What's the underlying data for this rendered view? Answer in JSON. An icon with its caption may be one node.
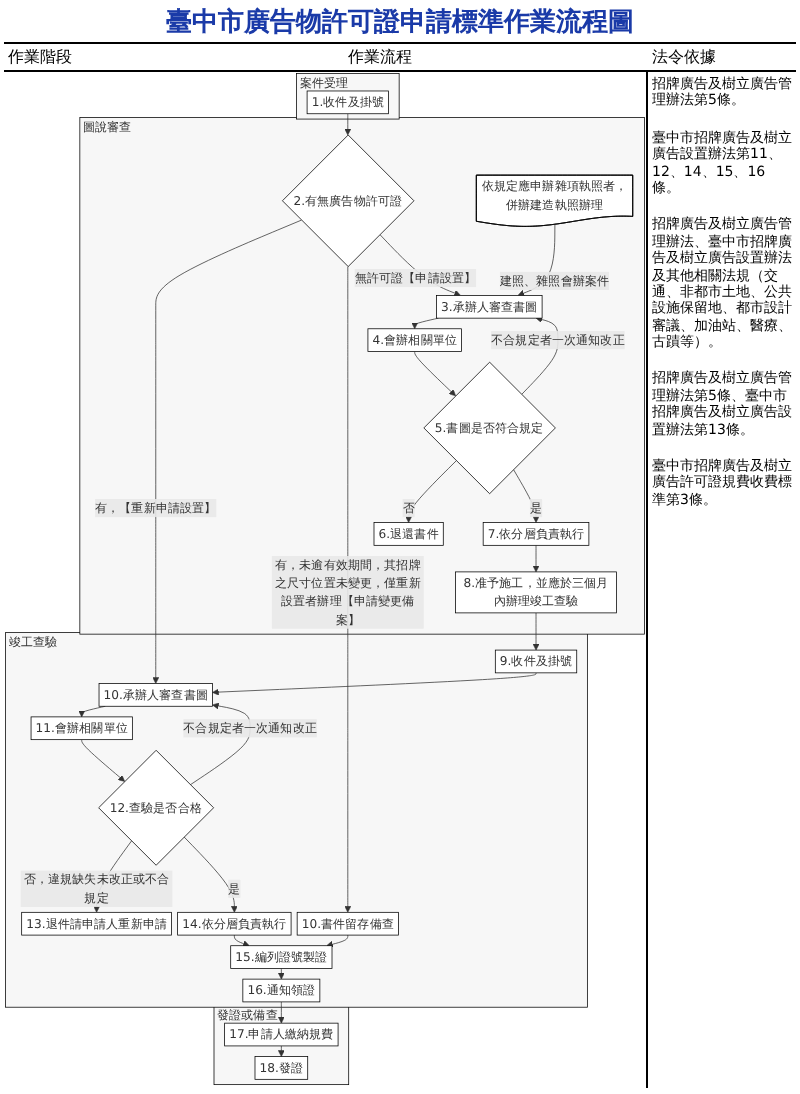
{
  "diagram": {
    "title": "臺中市廣告物許可證申請標準作業流程圖",
    "nodes": [
      {
        "text": [
          "案件受理"
        ]
      },
      {
        "text": [
          "1.收件及掛號"
        ],
        "in": 0
      },
      {
        "text": [
          "圖說審查"
        ]
      },
      {
        "text": [
          "2.有無廣告物許可證"
        ],
        "in": 2
      },
      {
        "text": [
          "3.承辦人審查書圖"
        ],
        "in": 2
      },
      {
        "text": [
          "依規定應申辦雜項執照者，併辦建造執照辦理"
        ],
        "in": 2
      },
      {
        "text": [
          "4.會辦相關單位"
        ],
        "in": 2
      },
      {
        "text": [
          "5.書圖是否符合規定"
        ],
        "in": 2
      },
      {
        "text": [
          "6.退還書件"
        ],
        "in": 2
      },
      {
        "text": [
          "7.依分層負責執行"
        ],
        "in": 2
      },
      {
        "text": [
          "8.准予施工，並應於三個月內辦理竣工查驗"
        ],
        "in": 2
      },
      {
        "text": [
          "竣工查驗"
        ]
      },
      {
        "text": [
          "9.收件及掛號"
        ],
        "in": 11
      },
      {
        "text": [
          "10.承辦人審查書圖"
        ],
        "in": 11
      },
      {
        "text": [
          "11.會辦相關單位"
        ],
        "in": 11
      },
      {
        "text": [
          "12.查驗是否合格"
        ],
        "in": 11
      },
      {
        "text": [
          "13.退件請申請人重新申請"
        ],
        "in": 11
      },
      {
        "text": [
          "14.依分層負責執行"
        ],
        "in": 11
      },
      {
        "text": [
          "10.書件留存備查"
        ],
        "in": 11
      },
      {
        "text": [
          "15.編列證號製證"
        ],
        "in": 11
      },
      {
        "text": [
          "16.通知領證"
        ],
        "in": 11
      },
      {
        "text": [
          "發證或備查"
        ]
      },
      {
        "text": [
          "17.申請人繳納規費"
        ],
        "in": 21
      },
      {
        "text": [
          "18.發證"
        ],
        "in": 21
      }
    ],
    "edges": [
      {
        "from": 1,
        "to": 3,
        "arrow": "to"
      },
      {
        "from": 3,
        "to": 13,
        "arrow": "to",
        "label": "有，【重新申請設置】"
      },
      {
        "from": 3,
        "to": 18,
        "arrow": "to",
        "label": "有，未逾有效期間，其招牌之尺寸位置未變更，僅重新設置者辦理【申請變更備案】"
      },
      {
        "from": 3,
        "to": 4,
        "arrow": "to",
        "label": "無許可證【申請設置】"
      },
      {
        "from": 5,
        "to": 4,
        "arrow": "to",
        "label": "建照、雜照會辦案件"
      },
      {
        "from": 4,
        "to": 6,
        "arrow": "to"
      },
      {
        "from": 6,
        "to": 7,
        "arrow": "to"
      },
      {
        "from": 7,
        "to": 4,
        "arrow": "to",
        "label": "不合規定者一次通知改正"
      },
      {
        "from": 7,
        "to": 8,
        "arrow": "to",
        "label": "否"
      },
      {
        "from": 7,
        "to": 9,
        "arrow": "to",
        "label": "是"
      },
      {
        "from": 9,
        "to": 10,
        "arrow": "to"
      },
      {
        "from": 10,
        "to": 12,
        "arrow": "to"
      },
      {
        "from": 12,
        "to": 13,
        "arrow": "to"
      },
      {
        "from": 13,
        "to": 14,
        "arrow": "to"
      },
      {
        "from": 14,
        "to": 15,
        "arrow": "to"
      },
      {
        "from": 15,
        "to": 13,
        "arrow": "to",
        "label": "不合規定者一次通知改正"
      },
      {
        "from": 15,
        "to": 16,
        "arrow": "to",
        "label": "否，違規缺失未改正或不合規定"
      },
      {
        "from": 15,
        "to": 17,
        "arrow": "to",
        "label": "是"
      },
      {
        "from": 17,
        "to": 19,
        "arrow": "to"
      },
      {
        "from": 18,
        "to": 19,
        "arrow": "to"
      },
      {
        "from": 19,
        "to": 20,
        "arrow": "to"
      },
      {
        "from": 20,
        "to": 22,
        "arrow": "to"
      },
      {
        "from": 22,
        "to": 23,
        "arrow": "to"
      }
    ],
    "labels": [
      "作業階段",
      "作業流程",
      "法令依據",
      "招牌廣告及樹立廣告管理辦法第5條。",
      "臺中市招牌廣告及樹立廣告設置辦法第11、12、14、15、16條。",
      "招牌廣告及樹立廣告管理辦法、臺中市招牌廣告及樹立廣告設置辦法及其他相關法規（交通、非都市土地、公共設施保留地、都市設計審議、加油站、醫療、古蹟等）。",
      "招牌廣告及樹立廣告管理辦法第5條、臺中市招牌廣告及樹立廣告設置辦法第13條。",
      "臺中市招牌廣告及樹立廣告許可證規費收費標準第3條。"
    ]
  }
}
